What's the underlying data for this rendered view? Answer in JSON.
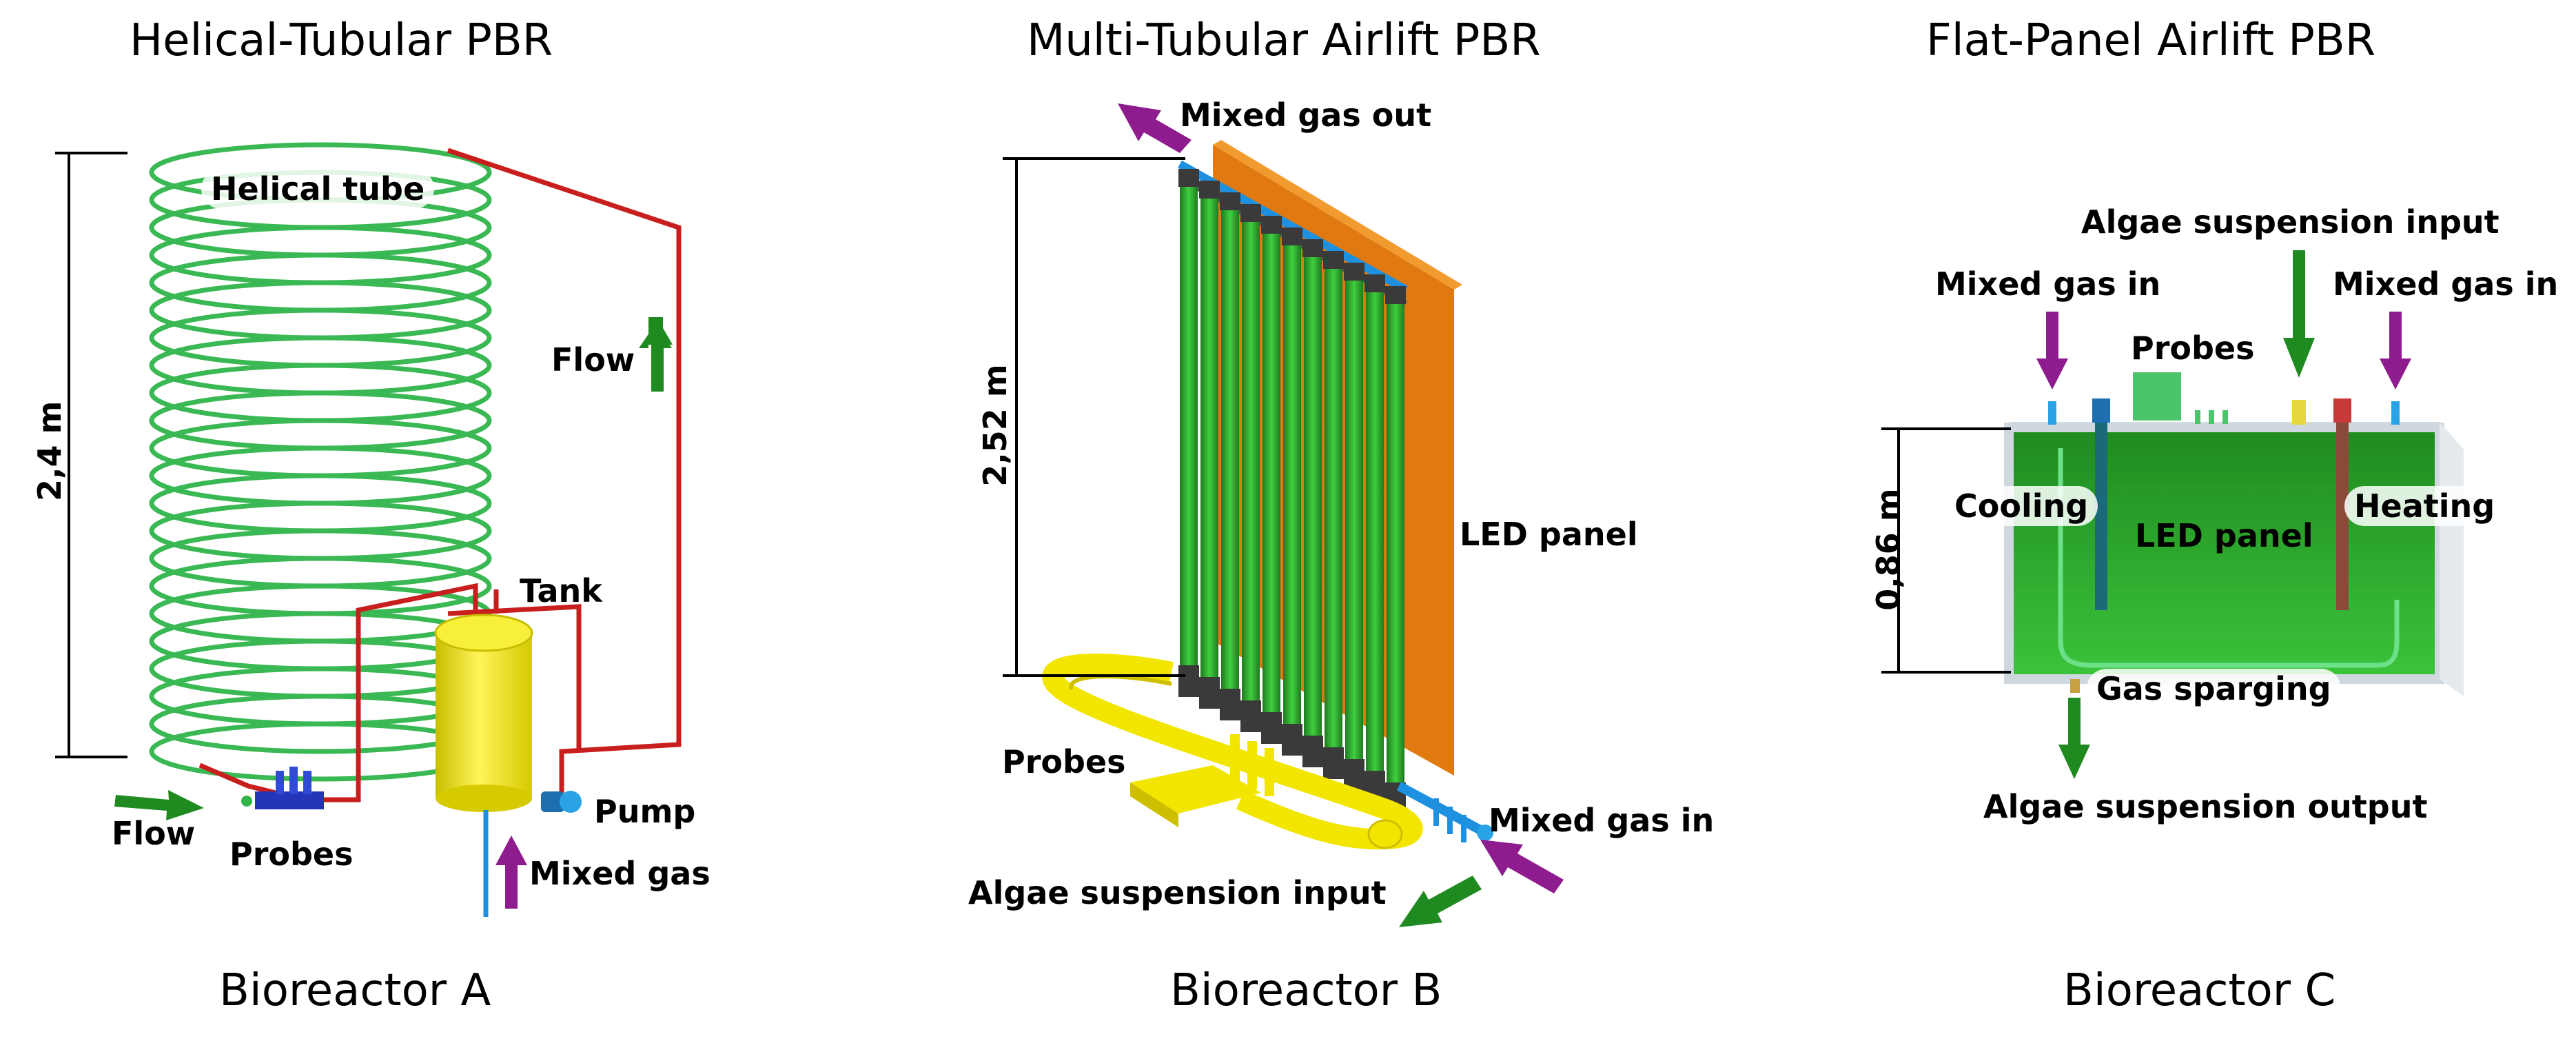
{
  "titles": {
    "a": "Helical-Tubular PBR",
    "b": "Multi-Tubular Airlift PBR",
    "c": "Flat-Panel Airlift PBR"
  },
  "captions": {
    "a": "Bioreactor A",
    "b": "Bioreactor B",
    "c": "Bioreactor C"
  },
  "reactor_a": {
    "helical_tube": "Helical tube",
    "height": "2,4 m",
    "flow_up": "Flow",
    "flow_bottom": "Flow",
    "tank": "Tank",
    "pump": "Pump",
    "probes": "Probes",
    "mixed_gas": "Mixed gas"
  },
  "reactor_b": {
    "mixed_gas_out": "Mixed gas out",
    "height": "2,52 m",
    "led_panel": "LED panel",
    "probes": "Probes",
    "mixed_gas_in": "Mixed gas in",
    "algae_input": "Algae suspension input"
  },
  "reactor_c": {
    "algae_input": "Algae suspension input",
    "mixed_gas_in_left": "Mixed gas in",
    "mixed_gas_in_right": "Mixed gas in",
    "probes": "Probes",
    "height": "0,86 m",
    "cooling": "Cooling",
    "led_panel": "LED panel",
    "heating": "Heating",
    "gas_sparging": "Gas sparging",
    "algae_output": "Algae suspension output"
  },
  "colors": {
    "tube_green": "#2fb54a",
    "pipe_red": "#c81e1e",
    "tank_yellow": "#f2e600",
    "arrow_purple": "#8e1c8e",
    "arrow_green": "#1f8a1f",
    "led_orange": "#e07a10",
    "panel_green": "#28a828",
    "pipe_blue": "#1e90e0"
  }
}
